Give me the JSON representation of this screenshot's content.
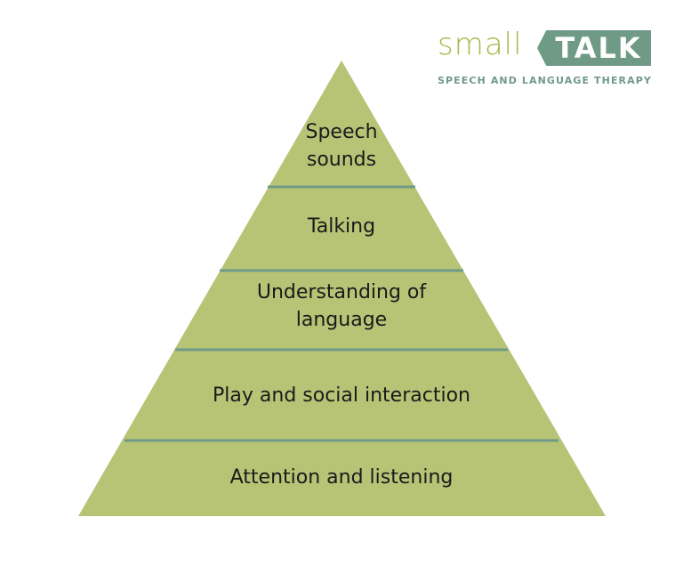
{
  "logo": {
    "small": "small",
    "talk": "TALK",
    "tagline": "SPEECH AND LANGUAGE THERAPY"
  },
  "pyramid": {
    "fill_color": "#b7c476",
    "divider_color": "#6f9a86",
    "levels": [
      {
        "line1": "Speech",
        "line2": "sounds"
      },
      {
        "line1": "Talking",
        "line2": ""
      },
      {
        "line1": "Understanding of",
        "line2": "language"
      },
      {
        "line1": "Play and social interaction",
        "line2": ""
      },
      {
        "line1": "Attention and listening",
        "line2": ""
      }
    ]
  }
}
